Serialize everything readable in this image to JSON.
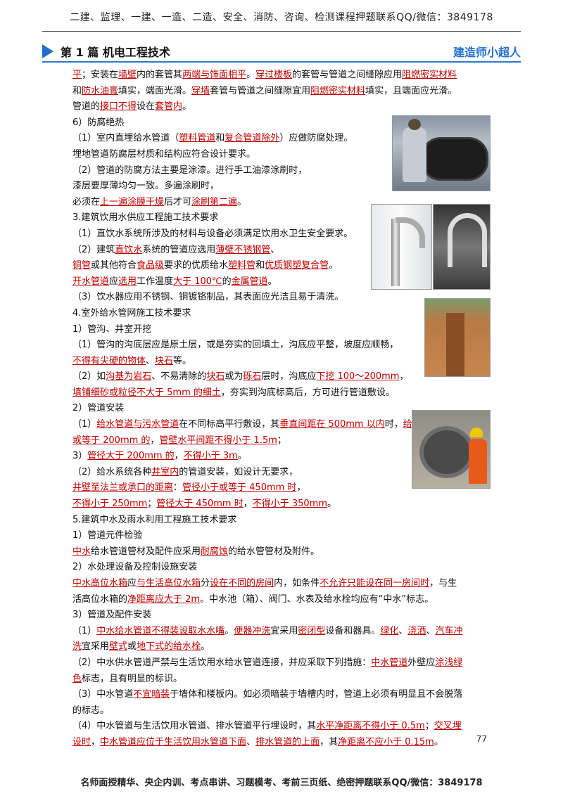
{
  "header": {
    "banner": "二建、监理、一建、一造、二造、安全、消防、咨询、检测课程押题联系QQ/微信：3849178",
    "chapter": "第 1 篇  机电工程技术",
    "author": "建造师小超人"
  },
  "footer": {
    "page_number": "77",
    "banner": "名师面授精华、央企内训、考点串讲、习题模考、考前三页纸、绝密押题联系QQ/微信：3849178"
  },
  "body": [
    [
      [
        "r",
        "平"
      ],
      [
        "t",
        "；安装在"
      ],
      [
        "r",
        "墙壁"
      ],
      [
        "t",
        "内的套管其"
      ],
      [
        "r",
        "两端与饰面相平"
      ],
      [
        "t",
        "。"
      ],
      [
        "r",
        "穿过楼板"
      ],
      [
        "t",
        "的套管与管道之间缝隙应用"
      ],
      [
        "r",
        "阻燃密实材料"
      ]
    ],
    [
      [
        "t",
        "和"
      ],
      [
        "r",
        "防水油膏"
      ],
      [
        "t",
        "填实，端面光滑。"
      ],
      [
        "r",
        "穿墙"
      ],
      [
        "t",
        "套管与管道之间缝隙宜用"
      ],
      [
        "r",
        "阻燃密实材料"
      ],
      [
        "t",
        "填实，且端面应光滑。"
      ]
    ],
    [
      [
        "t",
        "管道的"
      ],
      [
        "r",
        "接口不得"
      ],
      [
        "t",
        "设在"
      ],
      [
        "r",
        "套管内"
      ],
      [
        "t",
        "。"
      ]
    ],
    [
      [
        "t",
        "6）防腐绝热"
      ]
    ],
    [
      [
        "t",
        "（1）室内直埋给水管道（"
      ],
      [
        "r",
        "塑料管道"
      ],
      [
        "t",
        "和"
      ],
      [
        "r",
        "复合管道除外"
      ],
      [
        "t",
        "）应做防腐处理。"
      ]
    ],
    [
      [
        "t",
        "埋地管道防腐层材质和结构应符合设计要求。"
      ]
    ],
    [
      [
        "t",
        "（2）管道的防腐方法主要是涂漆。进行手工油漆涂刷时，"
      ]
    ],
    [
      [
        "t",
        "漆层要厚薄均匀一致。多遍涂刷时，"
      ]
    ],
    [
      [
        "t",
        "必须在"
      ],
      [
        "r",
        "上一遍涂膜干燥"
      ],
      [
        "t",
        "后才可"
      ],
      [
        "r",
        "涂刷第二遍"
      ],
      [
        "t",
        "。"
      ]
    ],
    [
      [
        "t",
        "3.建筑饮用水供应工程施工技术要求"
      ]
    ],
    [
      [
        "t",
        "（1）直饮水系统所涉及的材料与设备必须满足饮用水卫生安全要求。"
      ]
    ],
    [
      [
        "t",
        "（2）建筑"
      ],
      [
        "r",
        "直饮水"
      ],
      [
        "t",
        "系统的管道应选用"
      ],
      [
        "r",
        "薄壁不锈钢管"
      ],
      [
        "t",
        "、"
      ]
    ],
    [
      [
        "r",
        "铜管"
      ],
      [
        "t",
        "或其他符合"
      ],
      [
        "r",
        "食品级"
      ],
      [
        "t",
        "要求的优质给水"
      ],
      [
        "r",
        "塑料管"
      ],
      [
        "t",
        "和"
      ],
      [
        "r",
        "优质钢塑复合管"
      ],
      [
        "t",
        "。"
      ]
    ],
    [
      [
        "r",
        "开水管道"
      ],
      [
        "t",
        "应"
      ],
      [
        "r",
        "选用"
      ],
      [
        "t",
        "工作温度"
      ],
      [
        "r",
        "大于 100℃"
      ],
      [
        "t",
        "的"
      ],
      [
        "r",
        "金属管道"
      ],
      [
        "t",
        "。"
      ]
    ],
    [
      [
        "t",
        "（3）饮水器应用不锈钢、铜镀铬制品，其表面应光洁且易于清洗。"
      ]
    ],
    [
      [
        "t",
        "4.室外给水管网施工技术要求"
      ]
    ],
    [
      [
        "t",
        "1）管沟、井室开挖"
      ]
    ],
    [
      [
        "t",
        "（1）管沟的沟底层应是原土层，或是夯实的回填土，沟底应平整，坡度应顺畅，"
      ]
    ],
    [
      [
        "r",
        "不得有尖硬的物体"
      ],
      [
        "t",
        "、"
      ],
      [
        "r",
        "块石"
      ],
      [
        "t",
        "等。"
      ]
    ],
    [
      [
        "t",
        "（2）如"
      ],
      [
        "r",
        "沟基为岩石"
      ],
      [
        "t",
        "、不易清除的"
      ],
      [
        "r",
        "块石"
      ],
      [
        "t",
        "或为"
      ],
      [
        "r",
        "砾石"
      ],
      [
        "t",
        "层时，沟底应"
      ],
      [
        "r",
        "下挖 100～200mm"
      ],
      [
        "t",
        "，"
      ]
    ],
    [
      [
        "r",
        "填铺细砂或粒径不大于 5mm 的细土"
      ],
      [
        "t",
        "，夯实到沟底标高后，方可进行管道敷设。"
      ]
    ],
    [
      [
        "t",
        "2）管道安装"
      ]
    ],
    [
      [
        "t",
        "（1）"
      ],
      [
        "r",
        "给水管道与污水管道"
      ],
      [
        "t",
        "在不同标高平行敷设，其"
      ],
      [
        "r",
        "垂直间距在 500mm 以内"
      ],
      [
        "t",
        "时，"
      ],
      [
        "r",
        "给水管管径小于"
      ]
    ],
    [
      [
        "r",
        "或等于 200mm 的"
      ],
      [
        "t",
        "，"
      ],
      [
        "r",
        "管壁水平间距不得小于 1.5m"
      ],
      [
        "t",
        "；"
      ]
    ],
    [
      [
        "t",
        "3）"
      ],
      [
        "r",
        "管径大于 200mm 的"
      ],
      [
        "t",
        "，"
      ],
      [
        "r",
        "不得小于 3m"
      ],
      [
        "t",
        "。"
      ]
    ],
    [
      [
        "t",
        "（2）给水系统各种"
      ],
      [
        "r",
        "井室内"
      ],
      [
        "t",
        "的管道安装，如设计无要求，"
      ]
    ],
    [
      [
        "r",
        "井壁至法兰或承口的距离"
      ],
      [
        "t",
        "："
      ],
      [
        "r",
        "管径小于或等于 450mm 时"
      ],
      [
        "t",
        "，"
      ]
    ],
    [
      [
        "r",
        "不得小于 250mm"
      ],
      [
        "t",
        "；"
      ],
      [
        "r",
        "管径大于 450mm 时"
      ],
      [
        "t",
        "，"
      ],
      [
        "r",
        "不得小于 350mm"
      ],
      [
        "t",
        "。"
      ]
    ],
    [
      [
        "t",
        "5.建筑中水及雨水利用工程施工技术要求"
      ]
    ],
    [
      [
        "t",
        "1）管道元件检验"
      ]
    ],
    [
      [
        "r",
        "中水"
      ],
      [
        "t",
        "给水管道管材及配件应采用"
      ],
      [
        "r",
        "耐腐蚀"
      ],
      [
        "t",
        "的给水管管材及附件。"
      ]
    ],
    [
      [
        "t",
        "2）水处理设备及控制设施安装"
      ]
    ],
    [
      [
        "r",
        "中水高位水箱"
      ],
      [
        "t",
        "应"
      ],
      [
        "r",
        "与生活高位水箱"
      ],
      [
        "t",
        "分"
      ],
      [
        "r",
        "设在不同的房间"
      ],
      [
        "t",
        "内，如条件"
      ],
      [
        "r",
        "不允许只能设在同一房间时"
      ],
      [
        "t",
        "，与生"
      ]
    ],
    [
      [
        "t",
        "活高位水箱的"
      ],
      [
        "r",
        "净距离应大于 2m"
      ],
      [
        "t",
        "。中水池（箱）、阀门、水表及给水栓均应有“中水”标志。"
      ]
    ],
    [
      [
        "t",
        "3）管道及配件安装"
      ]
    ],
    [
      [
        "t",
        "（1）"
      ],
      [
        "r",
        "中水给水管道不得装设取水水嘴"
      ],
      [
        "t",
        "。"
      ],
      [
        "r",
        "便器冲洗"
      ],
      [
        "t",
        "宜采用"
      ],
      [
        "r",
        "密闭型"
      ],
      [
        "t",
        "设备和器具。"
      ],
      [
        "r",
        "绿化"
      ],
      [
        "t",
        "、"
      ],
      [
        "r",
        "浇洒"
      ],
      [
        "t",
        "、"
      ],
      [
        "r",
        "汽车冲"
      ]
    ],
    [
      [
        "r",
        "洗"
      ],
      [
        "t",
        "宜采用"
      ],
      [
        "r",
        "壁式"
      ],
      [
        "t",
        "或"
      ],
      [
        "r",
        "地下式的给水栓"
      ],
      [
        "t",
        "。"
      ]
    ],
    [
      [
        "t",
        "（2）中水供水管道严禁与生活饮用水给水管道连接，并应采取下列措施："
      ],
      [
        "r",
        "中水管道"
      ],
      [
        "t",
        "外壁应"
      ],
      [
        "r",
        "涂浅绿"
      ]
    ],
    [
      [
        "r",
        "色"
      ],
      [
        "t",
        "标志，且有明显的标识。"
      ]
    ],
    [
      [
        "t",
        "（3）中水管道"
      ],
      [
        "r",
        "不宜暗装"
      ],
      [
        "t",
        "于墙体和楼板内。如必须暗装于墙槽内时，管道上必须有明显且不会脱落"
      ]
    ],
    [
      [
        "t",
        "的标志。"
      ]
    ],
    [
      [
        "t",
        "（4）中水管道与生活饮用水管道、排水管道平行埋设时，其"
      ],
      [
        "r",
        "水平净距离不得小于 0.5m"
      ],
      [
        "t",
        "；"
      ],
      [
        "r",
        "交叉埋"
      ]
    ],
    [
      [
        "r",
        "设时"
      ],
      [
        "t",
        "，"
      ],
      [
        "r",
        "中水管道应位于生活饮用水管道下面"
      ],
      [
        "t",
        "、"
      ],
      [
        "r",
        "排水管道的上面"
      ],
      [
        "t",
        "，其"
      ],
      [
        "r",
        "净距离不应小于 0.15m"
      ],
      [
        "t",
        "。"
      ]
    ]
  ]
}
